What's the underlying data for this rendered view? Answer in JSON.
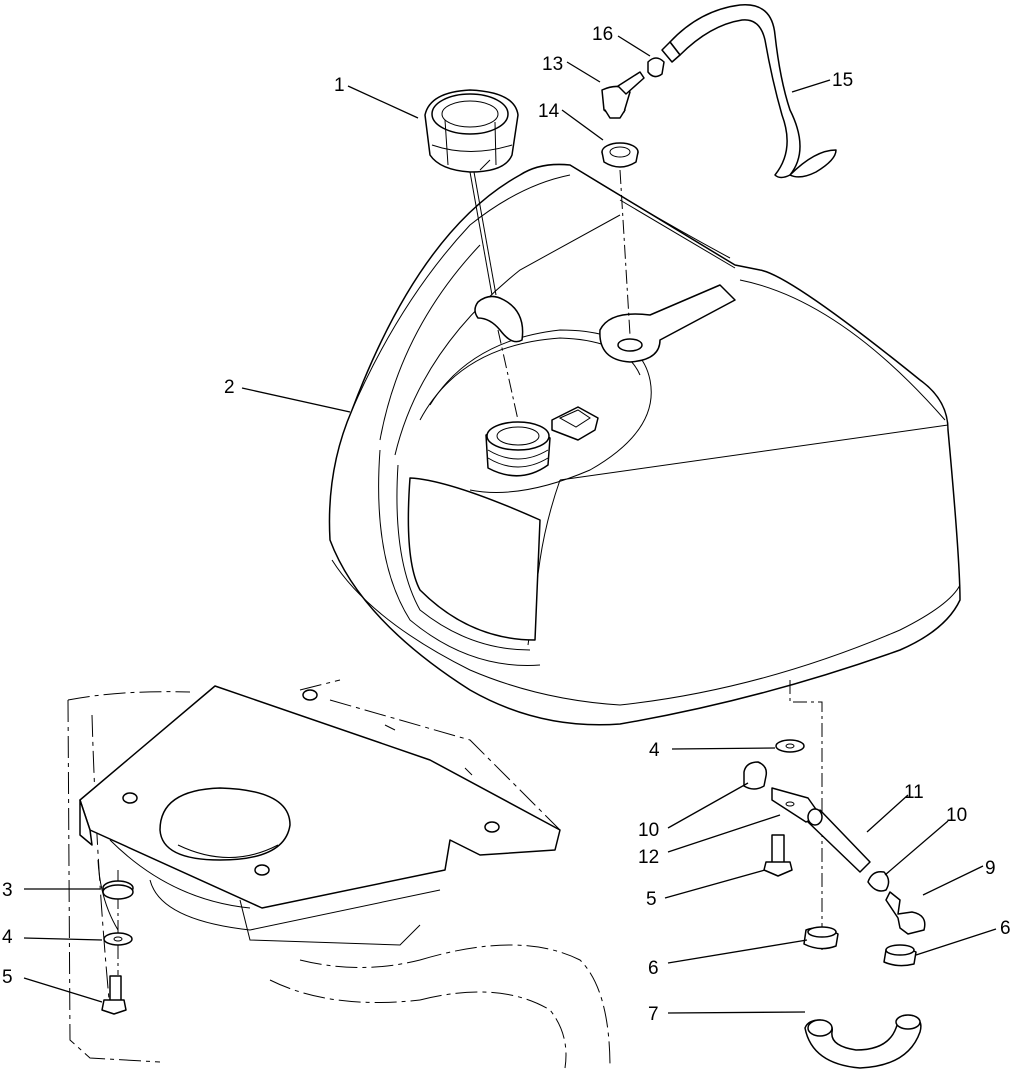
{
  "callouts": {
    "c1": "1",
    "c2": "2",
    "c3": "3",
    "c4a": "4",
    "c4b": "4",
    "c5a": "5",
    "c5b": "5",
    "c6a": "6",
    "c6b": "6",
    "c7": "7",
    "c9": "9",
    "c10a": "10",
    "c10b": "10",
    "c11": "11",
    "c12": "12",
    "c13": "13",
    "c14": "14",
    "c15": "15",
    "c16": "16"
  },
  "icons": {
    "fuel_cap": "fuel-cap-icon",
    "fuel_tank": "fuel-tank-icon",
    "frame": "mounting-frame-icon"
  }
}
